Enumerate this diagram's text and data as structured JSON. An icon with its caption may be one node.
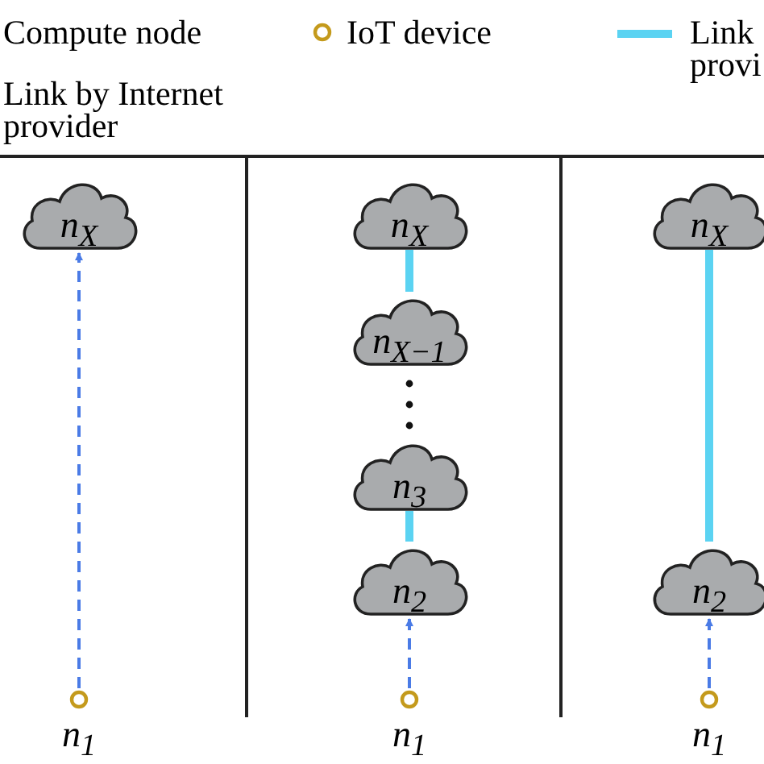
{
  "diagram": {
    "nodes": [
      {
        "text": [
          "n$_{X}$"
        ]
      },
      {
        "text": [
          "n$_{1}$"
        ]
      },
      {
        "text": [
          "n$_{X−1}$"
        ]
      },
      {
        "text": [
          "n$_{X}$"
        ]
      },
      {
        "text": [
          "n$_{3}$"
        ]
      },
      {
        "text": [
          "n$_{2}$"
        ]
      },
      {
        "text": [
          "n$_{1}$"
        ]
      },
      {
        "text": [
          "n$_{X}$"
        ]
      },
      {
        "text": [
          "n$_{2}$"
        ]
      },
      {
        "text": [
          "n$_{1}$"
        ]
      }
    ],
    "edges": [
      {
        "from": 1,
        "to": 0,
        "arrow": "to",
        "style": "dashed",
        "color": "#4a7be6"
      },
      {
        "from": 3,
        "to": 2,
        "arrow": "none",
        "style": "thick"
      },
      {
        "from": 4,
        "to": 5,
        "arrow": "none",
        "style": "thick"
      },
      {
        "from": 6,
        "to": 5,
        "arrow": "to",
        "style": "dashed",
        "color": "#4a7be6"
      },
      {
        "from": 7,
        "to": 8,
        "arrow": "none",
        "style": "thick"
      },
      {
        "from": 9,
        "to": 8,
        "arrow": "to",
        "style": "dashed",
        "color": "#4a7be6"
      }
    ],
    "legend": [
      {
        "text": "Compute node"
      },
      {
        "text": "IoT device"
      },
      {
        "text": "Link provi"
      },
      {
        "text": "Link by Internet provider"
      }
    ]
  }
}
